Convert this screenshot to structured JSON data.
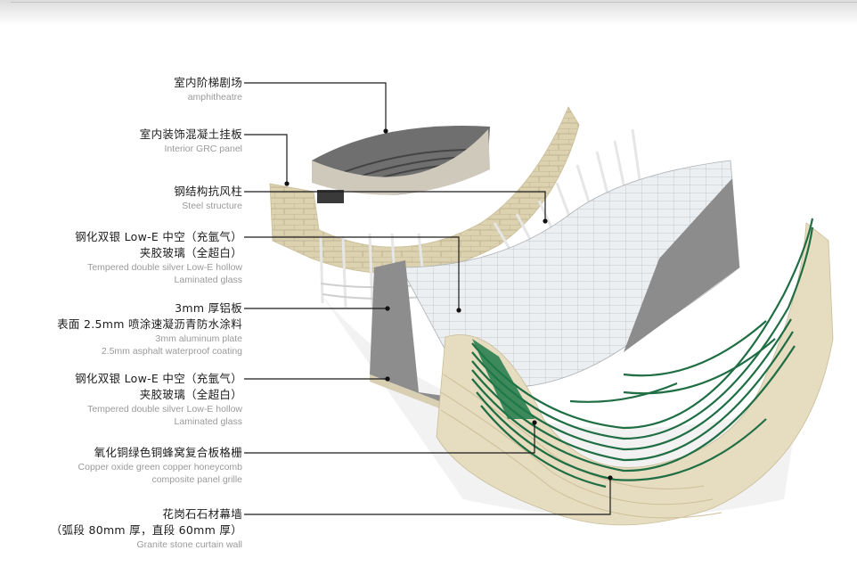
{
  "diagram": {
    "title": "Exploded axonometric of facade layers",
    "colors": {
      "granite": "#e6dcc0",
      "copper_green": "#1f7a4a",
      "aluminum": "#8e8e8e",
      "glass": "#e9ecee",
      "steel": "#f2f2f2",
      "grc": "#d8cfb0",
      "leader": "#1a1a1a"
    },
    "labels": [
      {
        "id": "amphitheatre",
        "zh": [
          "室内阶梯剧场"
        ],
        "en": [
          "amphitheatre"
        ]
      },
      {
        "id": "grc-panel",
        "zh": [
          "室内装饰混凝土挂板"
        ],
        "en": [
          "Interior GRC panel"
        ]
      },
      {
        "id": "steel-structure",
        "zh": [
          "钢结构抗风柱"
        ],
        "en": [
          "Steel structure"
        ]
      },
      {
        "id": "glass-upper",
        "zh": [
          "钢化双银 Low-E 中空（充氩气）",
          "夹胶玻璃（全超白）"
        ],
        "en": [
          "Tempered double silver Low-E hollow",
          "Laminated glass"
        ]
      },
      {
        "id": "aluminum-plate",
        "zh": [
          "3mm 厚铝板",
          "表面 2.5mm 喷涂速凝沥青防水涂料"
        ],
        "en": [
          "3mm aluminum plate",
          "2.5mm asphalt waterproof coating"
        ]
      },
      {
        "id": "glass-lower",
        "zh": [
          "钢化双银 Low-E 中空（充氩气）",
          "夹胶玻璃（全超白）"
        ],
        "en": [
          "Tempered double silver Low-E hollow",
          "Laminated glass"
        ]
      },
      {
        "id": "copper-grille",
        "zh": [
          "氧化铜绿色铜蜂窝复合板格栅"
        ],
        "en": [
          "Copper oxide green copper honeycomb",
          "composite panel grille"
        ]
      },
      {
        "id": "granite-wall",
        "zh": [
          "花岗石石材幕墙",
          "（弧段 80mm 厚，直段 60mm 厚）"
        ],
        "en": [
          "Granite stone curtain wall"
        ]
      }
    ]
  }
}
